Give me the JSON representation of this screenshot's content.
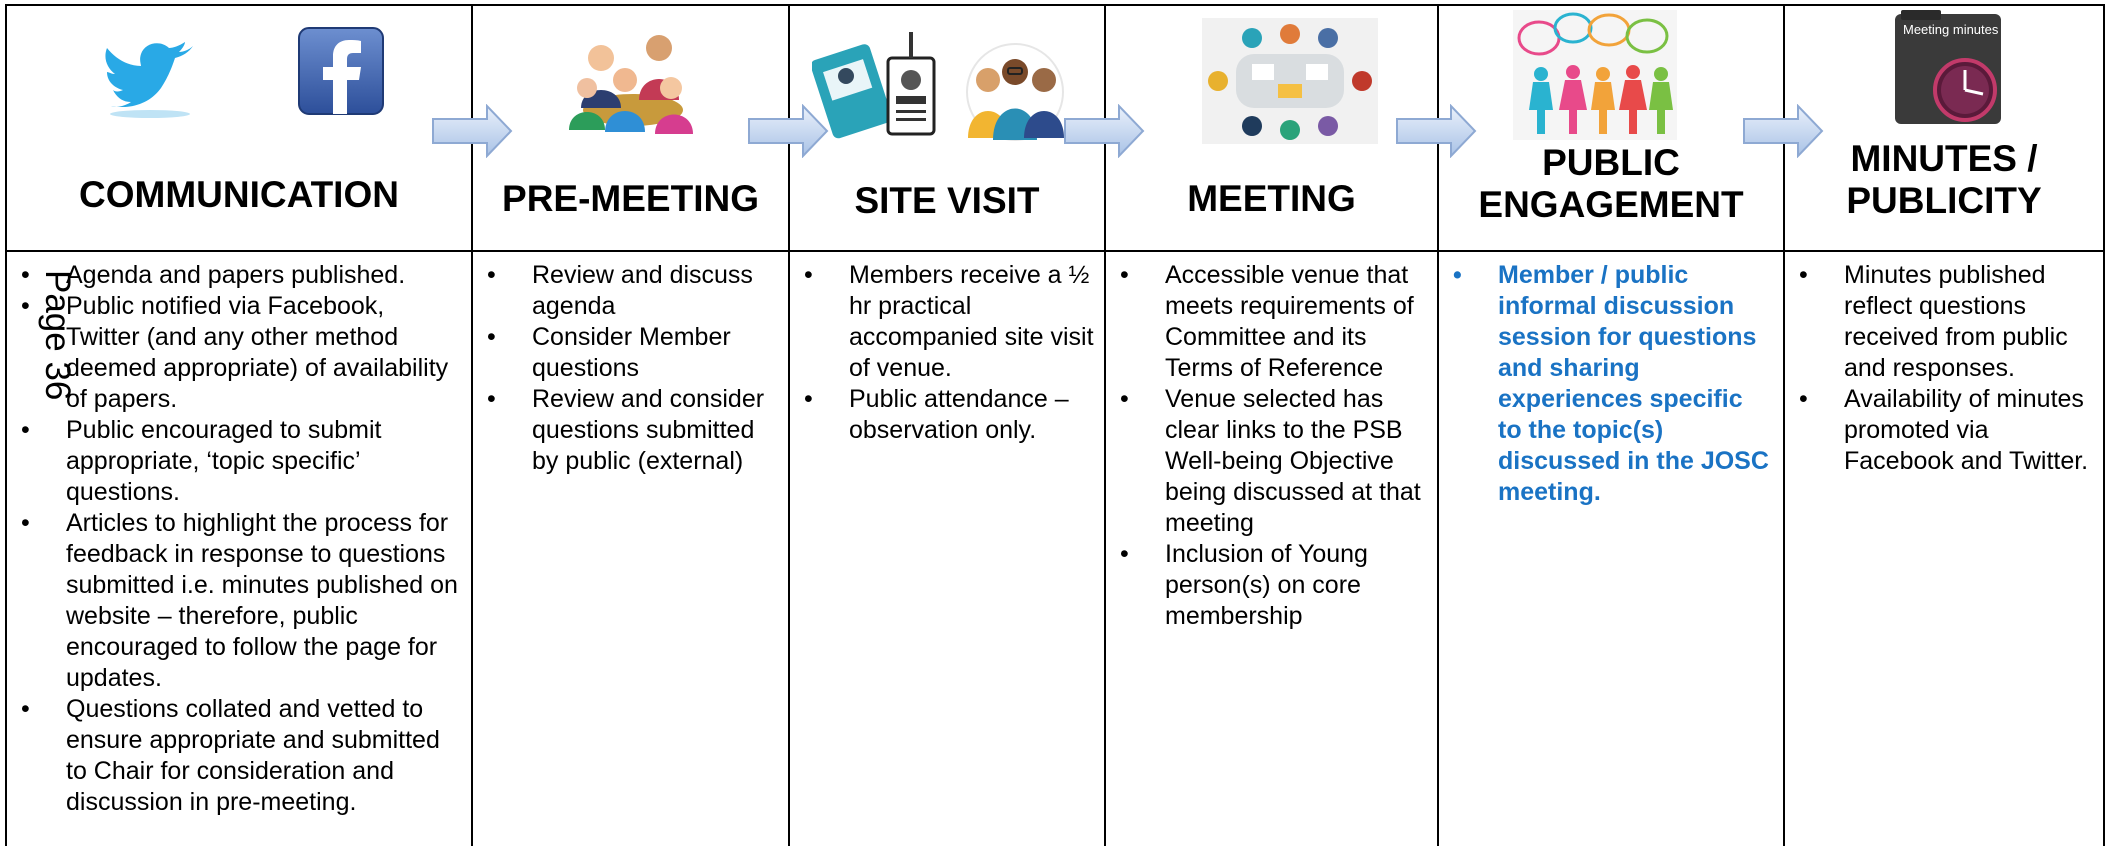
{
  "page_label": "Page 36",
  "columns": [
    {
      "title": "COMMUNICATION",
      "icons": [
        "twitter-bird-icon",
        "facebook-logo-icon"
      ],
      "items": [
        "Agenda and papers published.",
        "Public notified via Facebook, Twitter (and any other method deemed appropriate) of availability of papers.",
        "Public encouraged to submit appropriate, ‘topic specific’ questions.",
        "Articles to highlight the process for feedback in response to questions submitted i.e. minutes published on website – therefore, public encouraged to follow the page for updates.",
        "Questions collated and vetted to ensure appropriate and submitted to Chair for consideration and discussion in pre-meeting."
      ]
    },
    {
      "title": "PRE-MEETING",
      "icons": [
        "group-discussion-icon"
      ],
      "items": [
        "Review and discuss agenda",
        "Consider Member questions",
        "Review and consider questions submitted by public (external)"
      ]
    },
    {
      "title": "SITE VISIT",
      "icons": [
        "visitor-badge-icon",
        "people-group-icon"
      ],
      "items": [
        "Members receive a ½ hr practical accompanied site visit of venue.",
        "Public attendance – observation only."
      ]
    },
    {
      "title": "MEETING",
      "icons": [
        "meeting-table-icon"
      ],
      "items": [
        "Accessible venue that meets requirements of Committee and its Terms of Reference",
        "Venue selected has clear links to the PSB Well-being Objective being discussed at that meeting",
        "Inclusion of Young person(s) on core membership"
      ]
    },
    {
      "title_lines": [
        "PUBLIC",
        "ENGAGEMENT"
      ],
      "icons": [
        "speech-bubbles-people-icon"
      ],
      "items": [
        "Member / public informal discussion session for questions and sharing experiences specific to the topic(s) discussed in the JOSC meeting."
      ],
      "highlight_color": "#1a73c4"
    },
    {
      "title_lines": [
        "MINUTES /",
        "PUBLICITY"
      ],
      "icons": [
        "meeting-minutes-clock-icon"
      ],
      "icon_text": "Meeting minutes",
      "items": [
        "Minutes published reflect questions received from public and responses.",
        "Availability of minutes promoted via Facebook and Twitter."
      ]
    }
  ]
}
